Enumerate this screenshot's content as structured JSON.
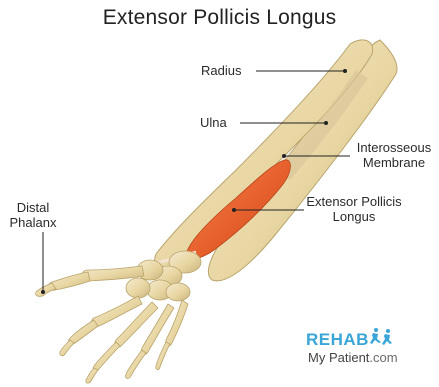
{
  "title": "Extensor Pollicis Longus",
  "labels": {
    "radius": "Radius",
    "ulna": "Ulna",
    "interosseous_line1": "Interosseous",
    "interosseous_line2": "Membrane",
    "epl_line1": "Extensor Pollicis",
    "epl_line2": "Longus",
    "distal_line1": "Distal",
    "distal_line2": "Phalanx"
  },
  "logo": {
    "rehab": "REHAB",
    "my_patient": "My Patient",
    "domain": ".com"
  },
  "colors": {
    "bone": "#ecdcab",
    "bone_shadow": "#c9b47c",
    "muscle": "#e8622e",
    "leader": "#222222",
    "logo_text": "#3aa6d8"
  }
}
